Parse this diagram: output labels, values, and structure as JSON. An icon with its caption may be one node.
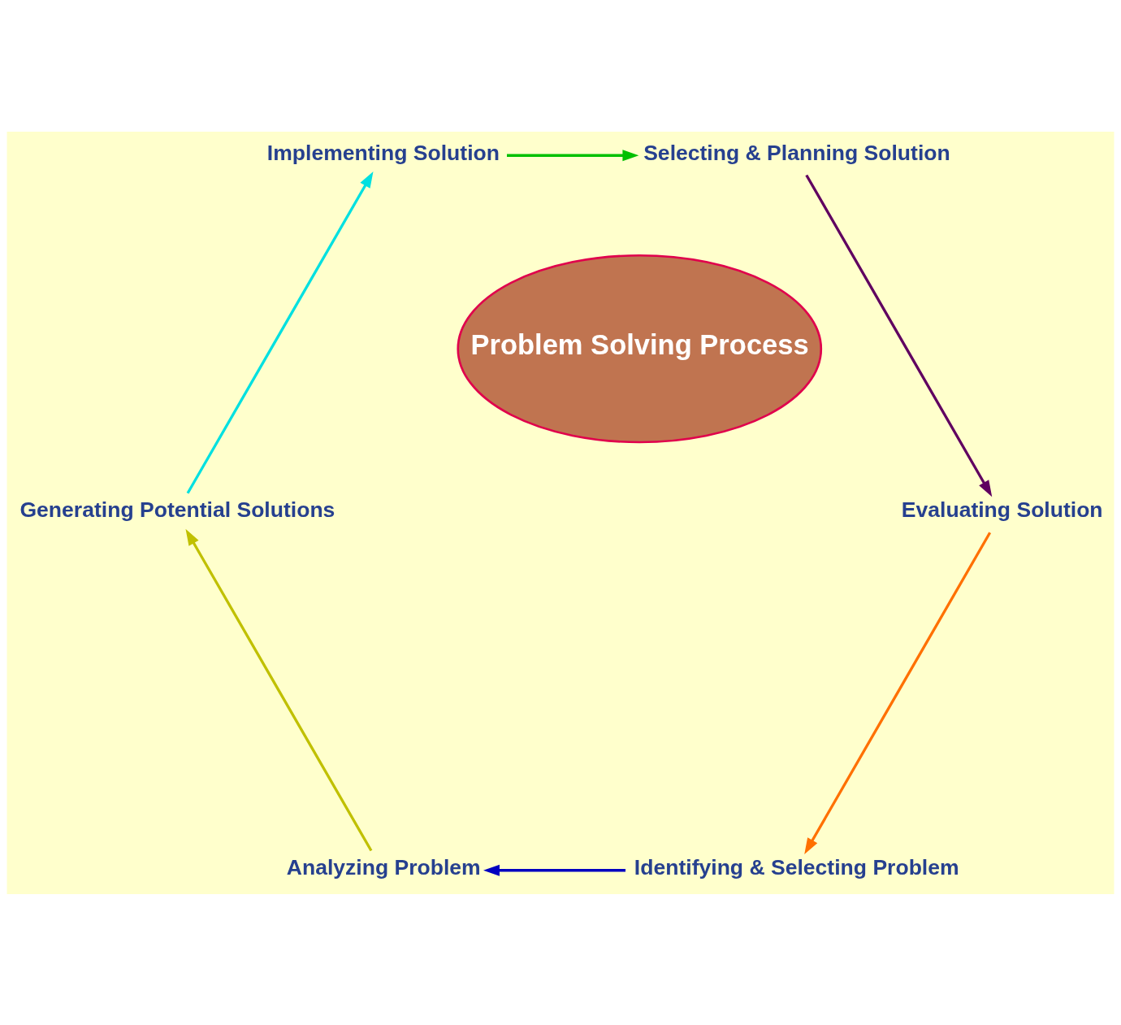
{
  "diagram": {
    "nodes": [
      {
        "text": [
          "Problem Solving Process"
        ]
      },
      {
        "text": [
          "Identifying & Selecting Problem"
        ]
      },
      {
        "text": [
          "Analyzing Problem"
        ]
      },
      {
        "text": [
          "Generating Potential Solutions"
        ]
      },
      {
        "text": [
          "Implementing Solution"
        ]
      },
      {
        "text": [
          "Selecting & Planning Solution"
        ]
      },
      {
        "text": [
          "Evaluating Solution"
        ]
      }
    ],
    "edges": [
      {
        "from": 1,
        "to": 2,
        "arrow": "to",
        "color": "#0000c0"
      },
      {
        "from": 2,
        "to": 3,
        "arrow": "to",
        "color": "#c0c000"
      },
      {
        "from": 3,
        "to": 4,
        "arrow": "to",
        "color": "#00e0e0"
      },
      {
        "from": 4,
        "to": 5,
        "arrow": "to",
        "color": "#00c000"
      },
      {
        "from": 5,
        "to": 6,
        "arrow": "to",
        "color": "#600060"
      },
      {
        "from": 6,
        "to": 1,
        "arrow": "to",
        "color": "#ff7000"
      }
    ]
  }
}
